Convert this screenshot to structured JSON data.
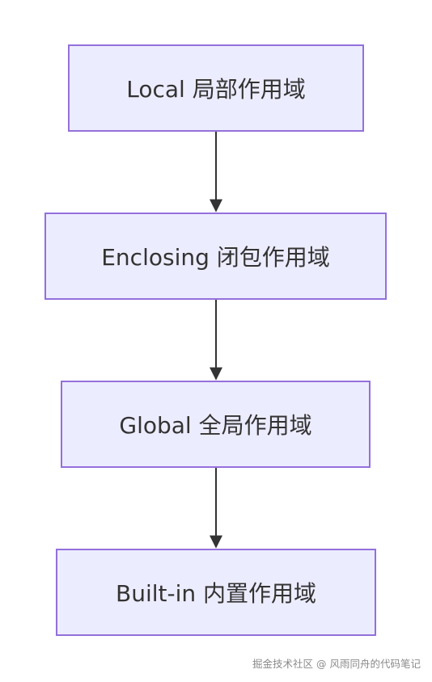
{
  "nodes": [
    {
      "id": "local",
      "label": "Local 局部作用域"
    },
    {
      "id": "enclosing",
      "label": "Enclosing 闭包作用域"
    },
    {
      "id": "global",
      "label": "Global 全局作用域"
    },
    {
      "id": "builtin",
      "label": "Built-in 内置作用域"
    }
  ],
  "edges": [
    {
      "from": "local",
      "to": "enclosing"
    },
    {
      "from": "enclosing",
      "to": "global"
    },
    {
      "from": "global",
      "to": "builtin"
    }
  ],
  "colors": {
    "node_fill": "#ECECFF",
    "node_border": "#9370DB",
    "edge": "#333333",
    "text": "#333333"
  },
  "watermark": "掘金技术社区 @ 风雨同舟的代码笔记"
}
